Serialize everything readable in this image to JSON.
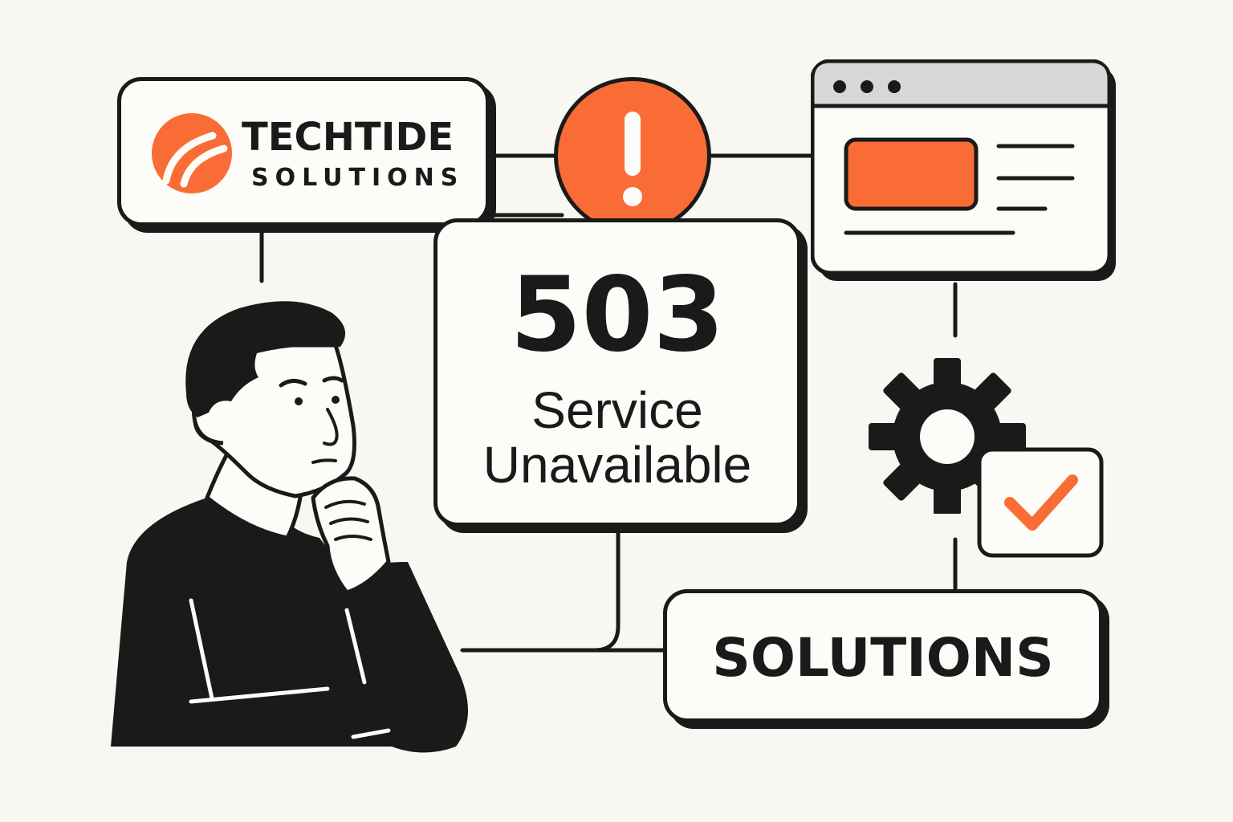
{
  "brand": {
    "name_line1": "TECHTIDE",
    "name_line2": "SOLUTIONS",
    "accent_color": "#f96c35"
  },
  "error": {
    "code": "503",
    "message_line1": "Service",
    "message_line2": "Unavailable"
  },
  "solutions_label": "SOLUTIONS",
  "icons": [
    "brand-logo-icon",
    "exclamation-icon",
    "browser-window-icon",
    "gear-icon",
    "checkmark-icon",
    "thinking-person-illustration"
  ],
  "colors": {
    "ink": "#1a1a1a",
    "accent": "#f96c35",
    "background": "#f9f7f2",
    "chrome": "#d7d7d5"
  }
}
